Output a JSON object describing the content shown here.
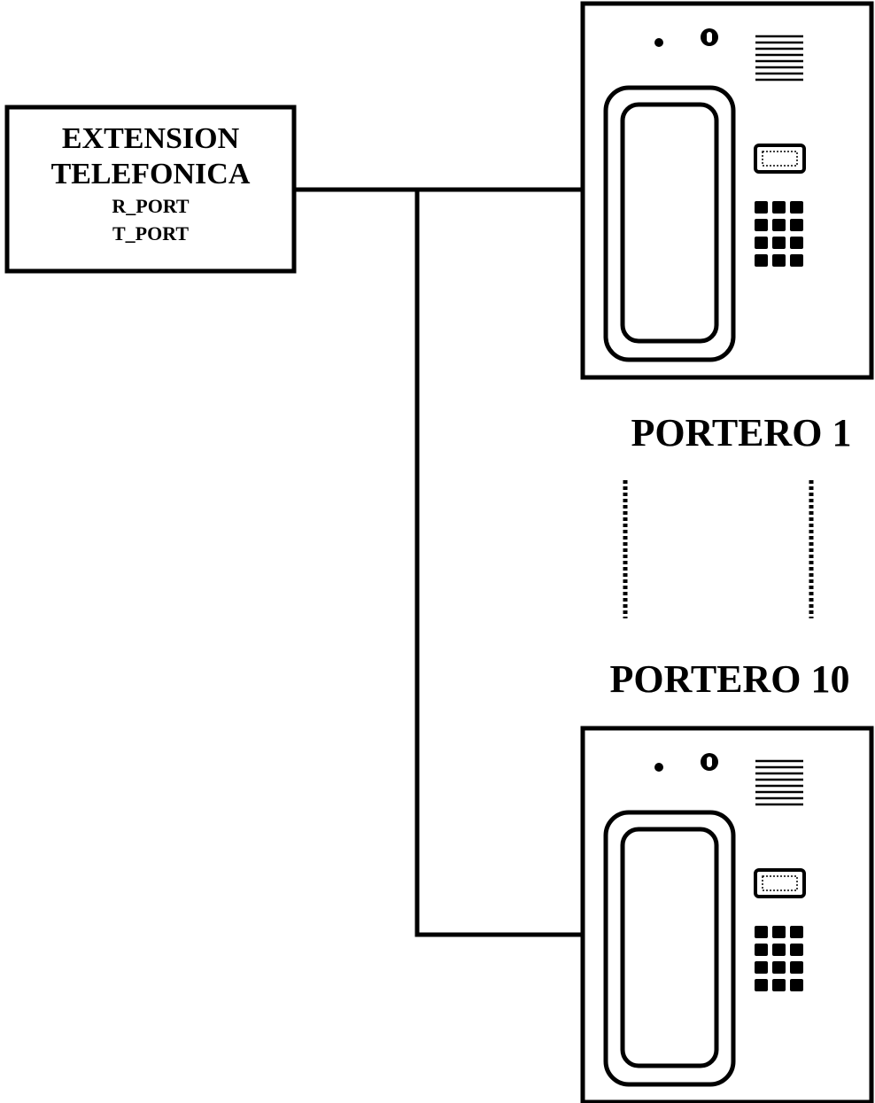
{
  "extension": {
    "line1": "EXTENSION",
    "line2": "TELEFONICA",
    "line3": "R_PORT",
    "line4": "T_PORT"
  },
  "intercoms": [
    {
      "label": "PORTERO 1"
    },
    {
      "label": "PORTERO 10"
    }
  ],
  "colors": {
    "stroke": "#000000",
    "background": "#ffffff"
  },
  "icons": [
    "led-icon",
    "key-lock-icon",
    "speaker-grille-icon",
    "card-reader-icon",
    "keypad-icon",
    "handset-window-icon"
  ]
}
